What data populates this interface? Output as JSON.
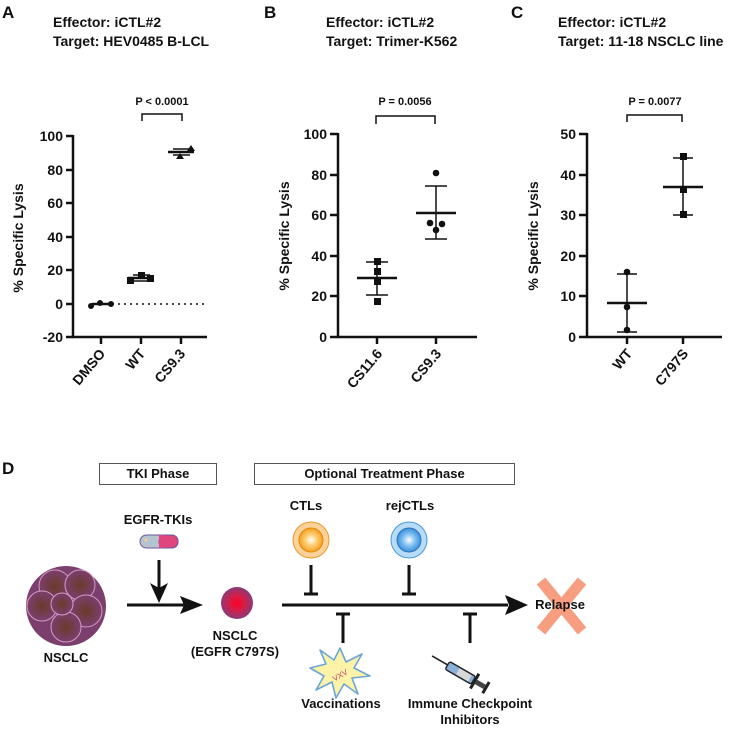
{
  "panels": {
    "A": {
      "letter": "A",
      "title_line1": "Effector: iCTL#2",
      "title_line2": "Target: HEV0485 B-LCL",
      "pvalue": "P < 0.0001"
    },
    "B": {
      "letter": "B",
      "title_line1": "Effector: iCTL#2",
      "title_line2": "Target: Trimer-K562",
      "pvalue": "P = 0.0056"
    },
    "C": {
      "letter": "C",
      "title_line1": "Effector: iCTL#2",
      "title_line2": "Target: 11-18 NSCLC line",
      "pvalue": "P = 0.0077"
    },
    "D": {
      "letter": "D",
      "tki_phase": "TKI Phase",
      "optional_phase": "Optional Treatment Phase",
      "egfr_tkis": "EGFR-TKIs",
      "nsclc": "NSCLC",
      "nsclc_mut_line1": "NSCLC",
      "nsclc_mut_line2": "(EGFR C797S)",
      "ctls": "CTLs",
      "rejctls": "rejCTLs",
      "vaccinations": "Vaccinations",
      "ici_line1": "Immune Checkpoint",
      "ici_line2": "Inhibitors",
      "relapse": "Relapse"
    }
  },
  "colors": {
    "axis": "#111111",
    "ctl_orange": "#f5a623",
    "rejctl_blue": "#5aa9e6",
    "tumor_purple": "#7b3f6e",
    "tumor_red": "#e0103a",
    "relapse_x": "#f7987a",
    "pill_pink": "#e0457b",
    "vaccine_yellow": "#fdf3a8",
    "vaccine_border": "#6aa7d8"
  },
  "chart_data": [
    {
      "type": "scatter",
      "title": "Effector: iCTL#2 / Target: HEV0485 B-LCL",
      "xlabel": "",
      "ylabel": "% Specific Lysis",
      "ylim": [
        -20,
        100
      ],
      "yticks": [
        -20,
        0,
        20,
        40,
        60,
        80,
        100
      ],
      "categories": [
        "DMSO",
        "WT",
        "CS9.3"
      ],
      "series": [
        {
          "name": "DMSO",
          "marker": "circle",
          "values": [
            -1,
            0.5,
            0
          ],
          "mean": 0,
          "sd": 0.8
        },
        {
          "name": "WT",
          "marker": "square",
          "values": [
            14,
            17,
            15.5
          ],
          "mean": 15.5,
          "sd": 1.5
        },
        {
          "name": "CS9.3",
          "marker": "triangle",
          "values": [
            88,
            92,
            92
          ],
          "mean": 91,
          "sd": 2
        }
      ],
      "reference_line": {
        "y": 0,
        "style": "dotted"
      },
      "annotations": [
        {
          "text": "P < 0.0001",
          "between": [
            "WT",
            "CS9.3"
          ]
        }
      ]
    },
    {
      "type": "scatter",
      "title": "Effector: iCTL#2 / Target: Trimer-K562",
      "xlabel": "",
      "ylabel": "% Specific Lysis",
      "ylim": [
        0,
        100
      ],
      "yticks": [
        0,
        20,
        40,
        60,
        80,
        100
      ],
      "categories": [
        "CS11.6",
        "CS9.3"
      ],
      "series": [
        {
          "name": "CS11.6",
          "marker": "square",
          "values": [
            37,
            33,
            28,
            18
          ],
          "mean": 29,
          "sd": 8
        },
        {
          "name": "CS9.3",
          "marker": "circle",
          "values": [
            80,
            56,
            56,
            53
          ],
          "mean": 61,
          "sd": 13
        }
      ],
      "annotations": [
        {
          "text": "P = 0.0056",
          "between": [
            "CS11.6",
            "CS9.3"
          ]
        }
      ]
    },
    {
      "type": "scatter",
      "title": "Effector: iCTL#2 / Target: 11-18 NSCLC line",
      "xlabel": "",
      "ylabel": "% Specific Lysis",
      "ylim": [
        0,
        50
      ],
      "yticks": [
        0,
        10,
        20,
        30,
        40,
        50
      ],
      "categories": [
        "WT",
        "C797S"
      ],
      "series": [
        {
          "name": "WT",
          "marker": "circle",
          "values": [
            16,
            7.5,
            2
          ],
          "mean": 8.5,
          "sd": 7
        },
        {
          "name": "C797S",
          "marker": "square",
          "values": [
            44.5,
            36.5,
            30
          ],
          "mean": 37,
          "sd": 7
        }
      ],
      "annotations": [
        {
          "text": "P = 0.0077",
          "between": [
            "WT",
            "C797S"
          ]
        }
      ]
    }
  ]
}
